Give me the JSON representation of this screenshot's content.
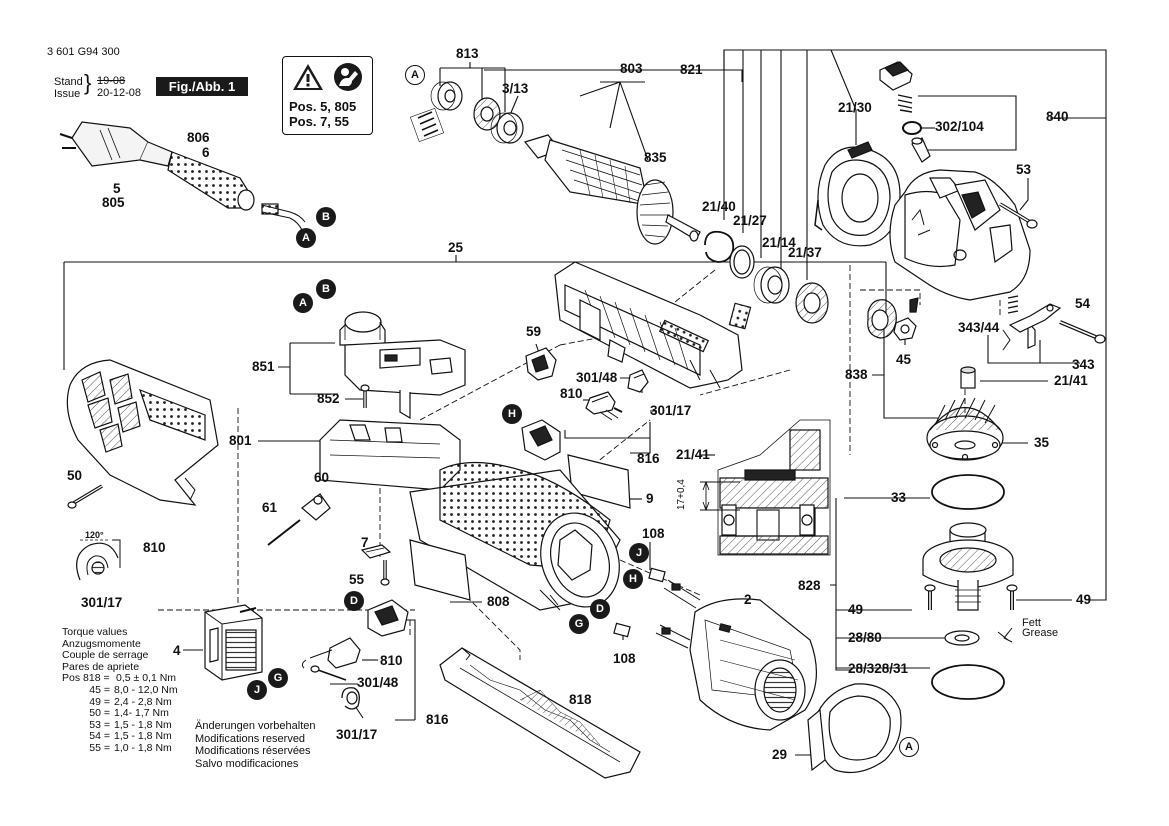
{
  "header": {
    "part_number": "3 601 G94 300",
    "stand_label": "Stand",
    "stand_value": "19-08",
    "issue_label": "Issue",
    "issue_value": "20-12-08",
    "figure": "Fig./Abb. 1"
  },
  "warning_box": {
    "line1": "Pos. 5, 805",
    "line2": "Pos. 7, 55",
    "icons": [
      "warning-triangle-icon",
      "service-wrench-icon"
    ]
  },
  "callouts": [
    {
      "id": "A",
      "style": "light"
    },
    {
      "id": "B",
      "style": "dark"
    },
    {
      "id": "A",
      "style": "dark"
    },
    {
      "id": "B",
      "style": "dark"
    },
    {
      "id": "A",
      "style": "dark"
    },
    {
      "id": "H",
      "style": "dark"
    },
    {
      "id": "J",
      "style": "dark"
    },
    {
      "id": "H",
      "style": "dark"
    },
    {
      "id": "D",
      "style": "dark"
    },
    {
      "id": "G",
      "style": "dark"
    },
    {
      "id": "D",
      "style": "dark"
    },
    {
      "id": "G",
      "style": "dark"
    },
    {
      "id": "J",
      "style": "dark"
    },
    {
      "id": "A",
      "style": "light"
    }
  ],
  "part_labels": [
    "813",
    "803",
    "3/13",
    "835",
    "821",
    "840",
    "21/30",
    "302/104",
    "53",
    "806",
    "6",
    "5",
    "805",
    "21/40",
    "21/27",
    "21/14",
    "21/37",
    "25",
    "54",
    "343/44",
    "343",
    "21/41",
    "59",
    "851",
    "852",
    "301/48",
    "810",
    "301/17",
    "838",
    "45",
    "801",
    "21/41",
    "35",
    "816",
    "9",
    "60",
    "61",
    "50",
    "33",
    "17+0,4",
    "108",
    "7",
    "810",
    "55",
    "301/17",
    "828",
    "49",
    "49",
    "808",
    "2",
    "108",
    "28/80",
    "810",
    "301/48",
    "816",
    "818",
    "28/328/31",
    "301/17",
    "29",
    "4"
  ],
  "angle_label": "120°",
  "grease_note": [
    "Fett",
    "Grease"
  ],
  "torque": {
    "heading": [
      "Torque values",
      "Anzugsmomente",
      "Couple de serrage",
      "Pares de apriete"
    ],
    "rows": [
      {
        "pos": "Pos 818 =",
        "value": "0,5 ± 0,1 Nm"
      },
      {
        "pos": "45 =",
        "value": "8,0 - 12,0 Nm"
      },
      {
        "pos": "49 =",
        "value": "2,4 - 2,8 Nm"
      },
      {
        "pos": "50 =",
        "value": "1,4- 1,7 Nm"
      },
      {
        "pos": "53 =",
        "value": "1,5 - 1,8 Nm"
      },
      {
        "pos": "54 =",
        "value": "1,5 - 1,8 Nm"
      },
      {
        "pos": "55 =",
        "value": "1,0 - 1,8 Nm"
      }
    ]
  },
  "modifications": [
    "Änderungen vorbehalten",
    "Modifications reserved",
    "Modifications réservées",
    "Salvo modificaciones"
  ]
}
